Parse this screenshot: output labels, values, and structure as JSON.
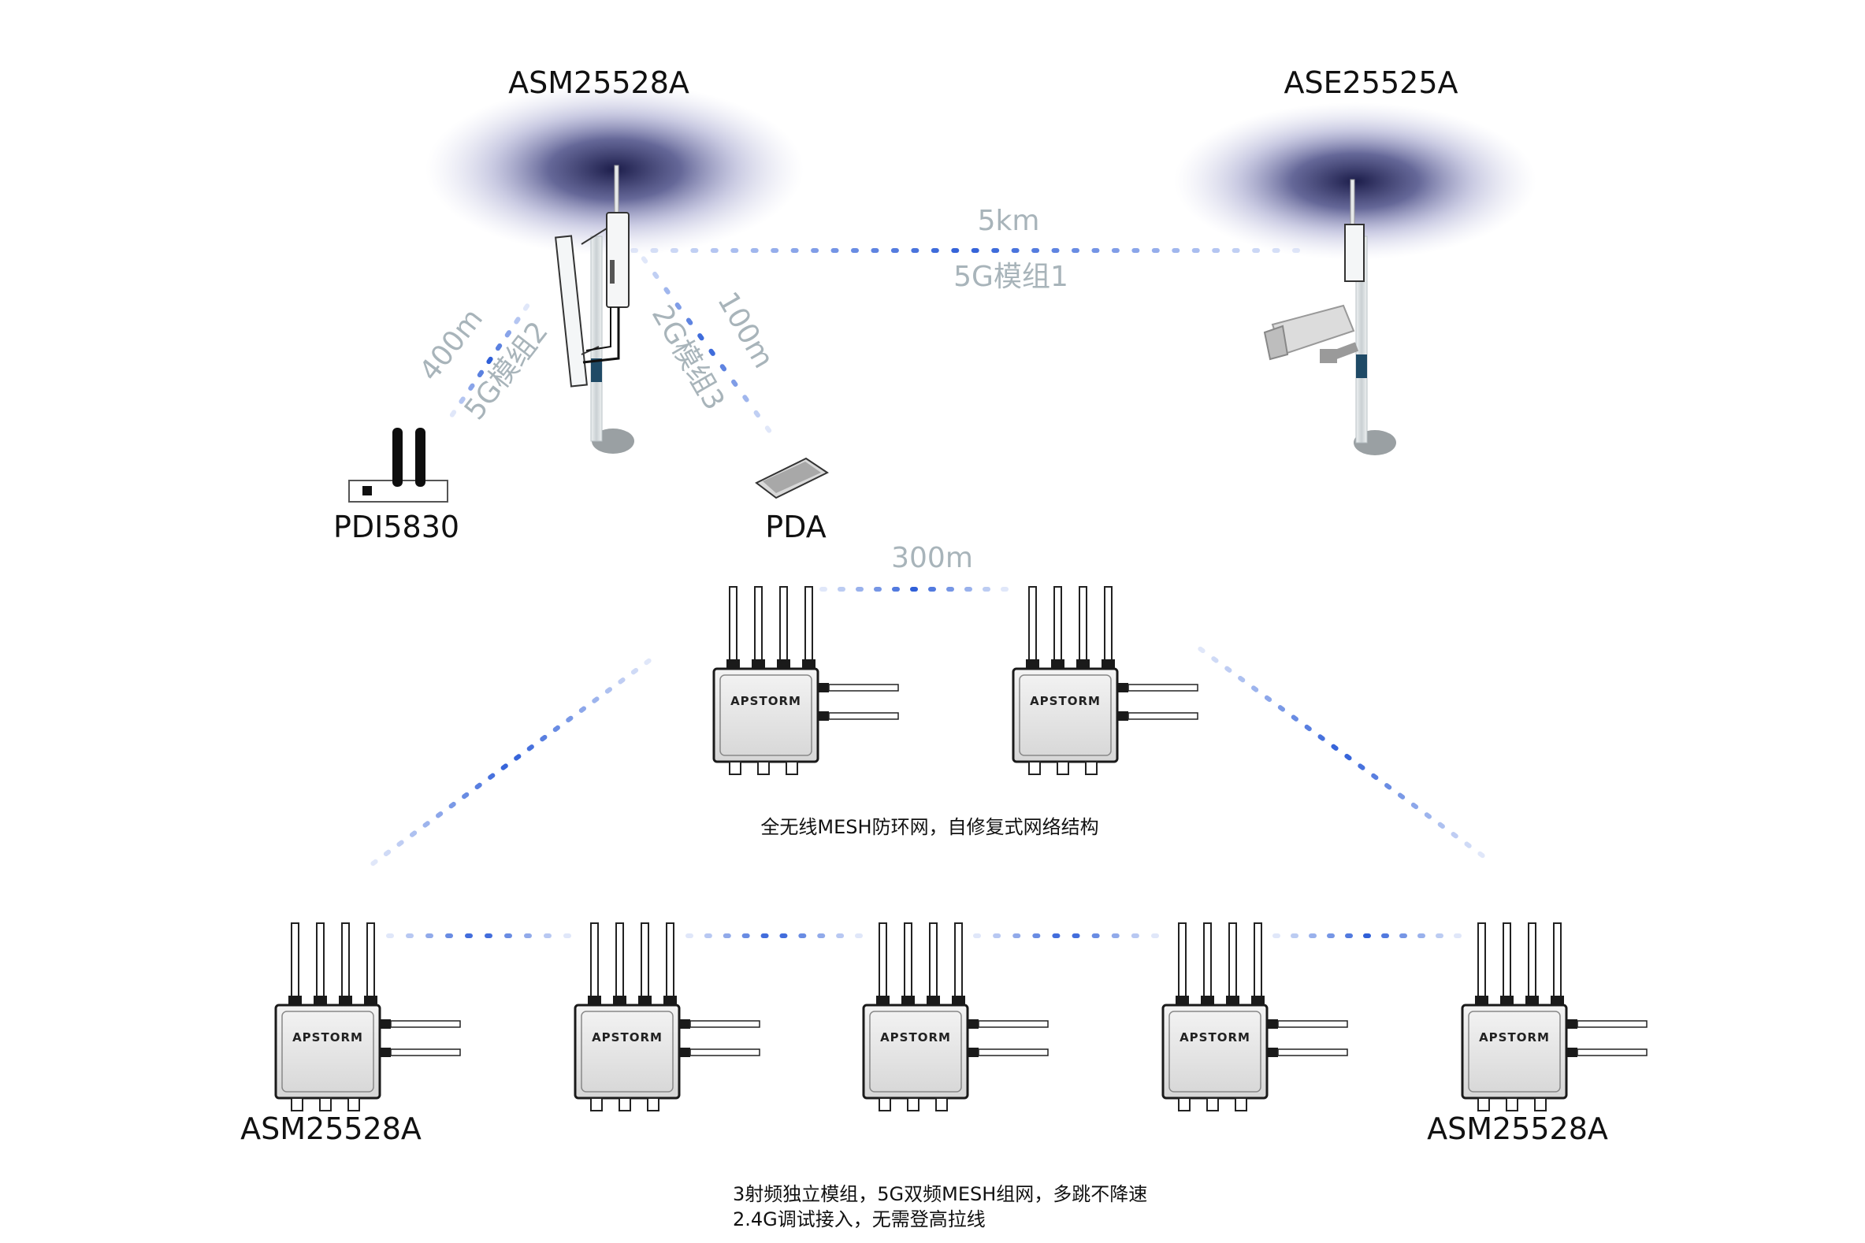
{
  "labels": {
    "tower_left": "ASM25528A",
    "tower_right": "ASE25525A",
    "router": "PDI5830",
    "pda": "PDA",
    "mesh_left": "ASM25528A",
    "mesh_right": "ASM25528A"
  },
  "links": {
    "long_distance": "5km",
    "long_module": "5G模组1",
    "router_distance": "400m",
    "router_module": "5G模组2",
    "pda_distance": "100m",
    "pda_module": "2G模组3",
    "mesh_top_distance": "300m"
  },
  "device_brand": "APSTORM",
  "notes": {
    "mesh_caption": "全无线MESH防环网，自修复式网络结构",
    "feature_line1": "3射频独立模组，5G双频MESH组网，多跳不降速",
    "feature_line2": "2.4G调试接入，无需登高拉线"
  },
  "colors": {
    "link_dot": "#2f5fd8",
    "link_text": "#a8b4ba",
    "pole": "#dfe4e6",
    "pole_band": "#1f4a66",
    "signal": "#3a3f75"
  }
}
